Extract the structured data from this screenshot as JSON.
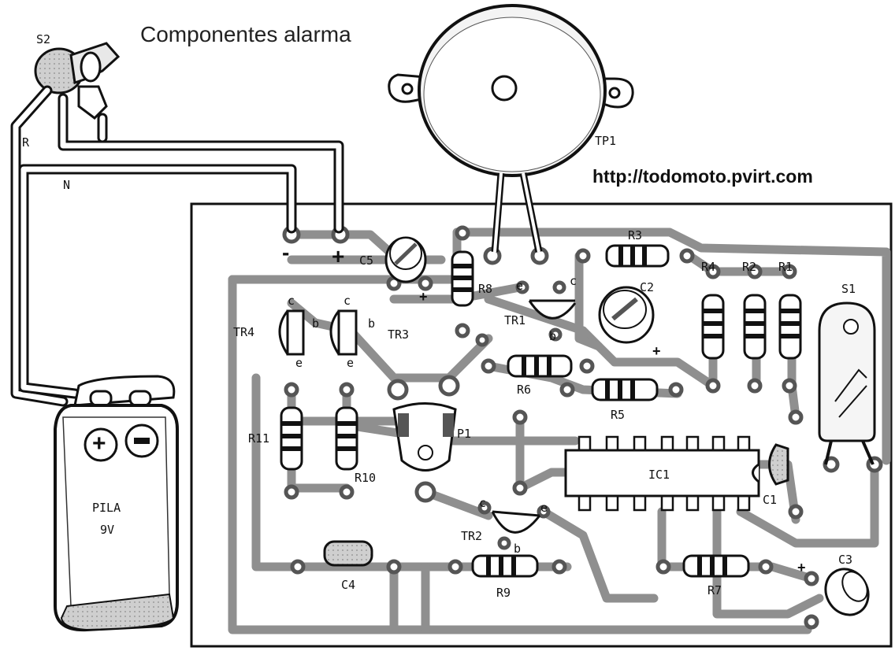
{
  "title": "Componentes alarma",
  "url": "http://todomoto.pvirt.com",
  "battery": {
    "label_line1": "PILA",
    "label_line2": "9V",
    "plus_symbol": "+",
    "minus_symbol": "-"
  },
  "wires": {
    "red": "R",
    "black": "N"
  },
  "terminals": {
    "minus": "-",
    "plus": "+"
  },
  "components": {
    "s2": "S2",
    "tp1": "TP1",
    "c5": "C5",
    "r8": "R8",
    "r3": "R3",
    "tr1": "TR1",
    "c2": "C2",
    "r4": "R4",
    "r2": "R2",
    "r1": "R1",
    "s1": "S1",
    "tr4": "TR4",
    "tr3": "TR3",
    "r6": "R6",
    "r5": "R5",
    "p1": "P1",
    "r11": "R11",
    "r10": "R10",
    "ic1": "IC1",
    "c1": "C1",
    "tr2": "TR2",
    "c4": "C4",
    "r9": "R9",
    "r7": "R7",
    "c3": "C3"
  },
  "pins": {
    "c": "c",
    "b": "b",
    "e": "e"
  },
  "polarity": {
    "plus": "+"
  },
  "colors": {
    "ink": "#111111",
    "track": "#8a8a8a",
    "board": "#ffffff",
    "pad": "#555555"
  }
}
